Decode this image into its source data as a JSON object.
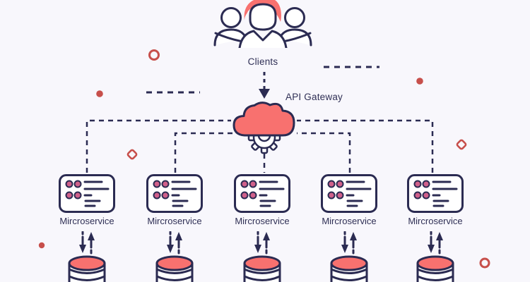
{
  "colors": {
    "background": "#f8f7fc",
    "outline": "#2b2b52",
    "coral": "#f8716f",
    "pink_dot": "#d0608a",
    "accent_red": "#c74f4b",
    "text": "#2f2f55"
  },
  "diagram": {
    "clients": {
      "label": "Clients",
      "icon": "users-group-icon"
    },
    "api_gateway": {
      "label": "API Gateway",
      "icon": "cloud-gear-icon"
    },
    "microservices": [
      {
        "label": "Mircroservice",
        "icon": "service-card-icon",
        "storage_icon": "database-icon",
        "link_icon": "bidirectional-arrows-icon"
      },
      {
        "label": "Mircroservice",
        "icon": "service-card-icon",
        "storage_icon": "database-icon",
        "link_icon": "bidirectional-arrows-icon"
      },
      {
        "label": "Mircroservice",
        "icon": "service-card-icon",
        "storage_icon": "database-icon",
        "link_icon": "bidirectional-arrows-icon"
      },
      {
        "label": "Mircroservice",
        "icon": "service-card-icon",
        "storage_icon": "database-icon",
        "link_icon": "bidirectional-arrows-icon"
      },
      {
        "label": "Mircroservice",
        "icon": "service-card-icon",
        "storage_icon": "database-icon",
        "link_icon": "bidirectional-arrows-icon"
      }
    ],
    "connections": {
      "style": "dashed",
      "clients_to_gateway": "down-arrow",
      "gateway_to_services": "fan-out"
    }
  }
}
